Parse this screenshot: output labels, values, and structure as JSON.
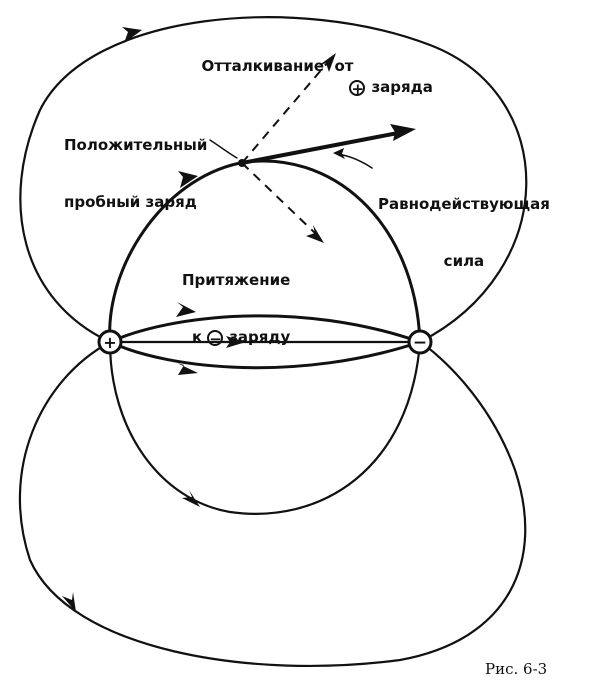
{
  "labels": {
    "repulsion_line1": "Отталкивание  от",
    "repulsion_sign": "+",
    "repulsion_line2": "заряда",
    "test_charge_line1": "Положительный",
    "test_charge_line2": "пробный заряд",
    "resultant_line1": "Равнодействующая",
    "resultant_line2": "сила",
    "attraction_line1": "Притяжение",
    "attraction_prefix": "к",
    "attraction_sign": "−",
    "attraction_line2": "заряду"
  },
  "charges": {
    "positive_symbol": "+",
    "negative_symbol": "−"
  },
  "caption": "Рис. 6-3",
  "colors": {
    "ink": "#111111",
    "background": "#ffffff"
  }
}
